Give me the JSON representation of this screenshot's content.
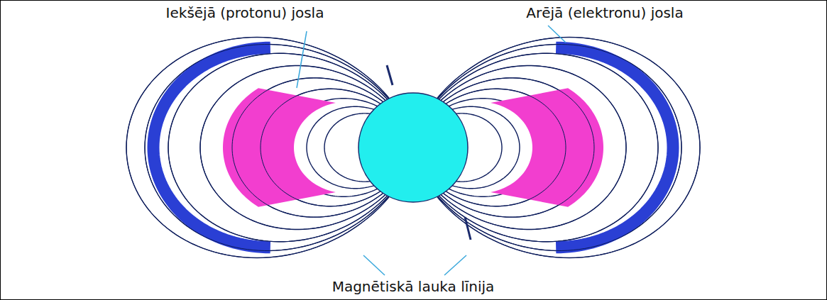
{
  "diagram": {
    "labels": [
      "Iekšējā (protonu) josla",
      "Arējā (elektronu) josla",
      "Magnētiskā lauka līnija"
    ]
  }
}
